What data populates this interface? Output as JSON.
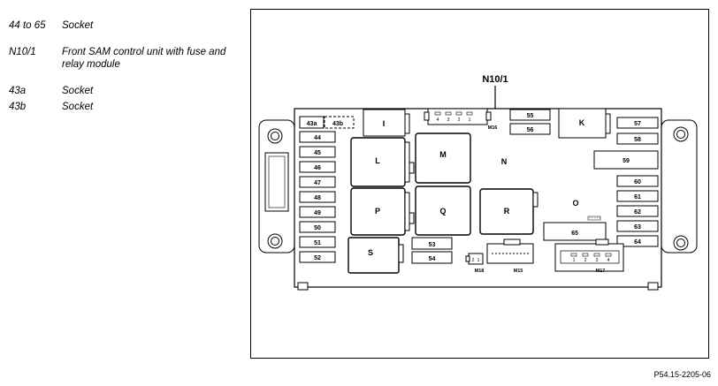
{
  "legend": [
    {
      "code": "44 to 65",
      "desc": "Socket"
    },
    {
      "code": "N10/1",
      "desc": "Front SAM control unit with fuse and relay module"
    },
    {
      "code": "43a",
      "desc": "Socket"
    },
    {
      "code": "43b",
      "desc": "Socket"
    }
  ],
  "diagram": {
    "main_label": "N10/1",
    "n_label": "N",
    "o_label": "O",
    "left_fuses": [
      "44",
      "45",
      "46",
      "47",
      "48",
      "49",
      "50",
      "51",
      "52"
    ],
    "fuse_43a": "43a",
    "fuse_43b": "43b",
    "fuse_53": "53",
    "fuse_54": "54",
    "fuse_55": "55",
    "fuse_56": "56",
    "right_fuses": [
      "57",
      "58",
      "60",
      "61",
      "62",
      "63",
      "64"
    ],
    "fuse_59": "59",
    "fuse_65": "65",
    "relays": {
      "I": "I",
      "K": "K",
      "L": "L",
      "M": "M",
      "P": "P",
      "Q": "Q",
      "R": "R",
      "S": "S"
    },
    "connectors": {
      "m16": "M16",
      "m18": "M18",
      "m15": "M15",
      "m17": "M17"
    },
    "pins": {
      "m16": [
        "4",
        "3",
        "2",
        "1"
      ],
      "m18": [
        "2",
        "1"
      ],
      "m17": [
        "1",
        "2",
        "3",
        "4"
      ]
    }
  },
  "reference": "P54.15-2205-06"
}
